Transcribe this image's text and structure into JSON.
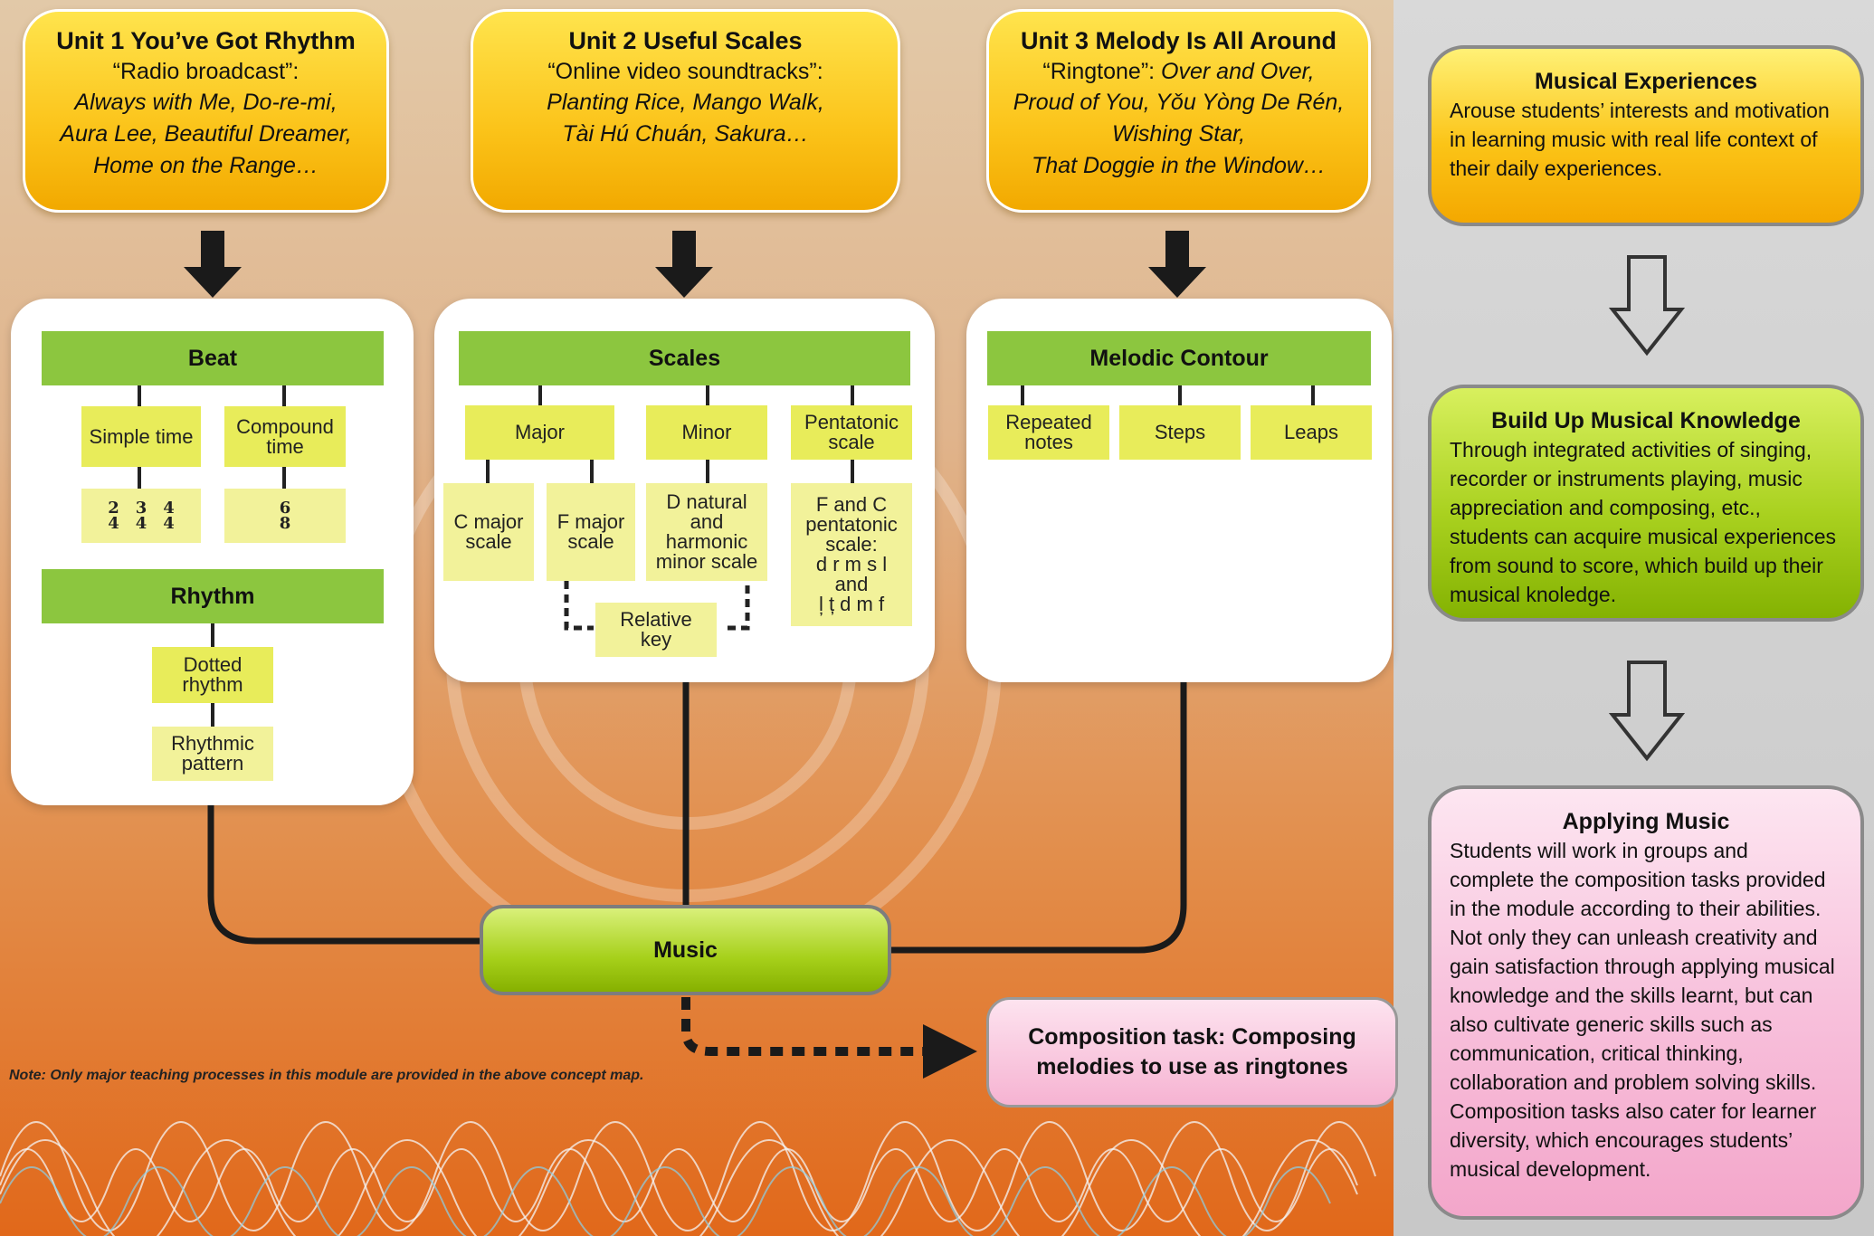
{
  "units": [
    {
      "title": "Unit 1  You’ve Got Rhythm",
      "activity": "“Radio broadcast”:",
      "songs": [
        "Always with Me, Do-re-mi,",
        "Aura Lee, Beautiful Dreamer,",
        "Home on the Range…"
      ]
    },
    {
      "title": "Unit 2  Useful Scales",
      "activity": "“Online video soundtracks”:",
      "songs": [
        "Planting Rice, Mango Walk,",
        "Tài Hú Chuán, Sakura…"
      ]
    },
    {
      "title": "Unit 3  Melody Is All Around",
      "activity_label": "“Ringtone”: ",
      "activity_song": "Over and Over,",
      "songs": [
        "Proud of You, Yǒu Yòng De Rén,",
        "Wishing Star,",
        "That Doggie in the Window…"
      ]
    }
  ],
  "beat_card": {
    "header": "Beat",
    "simple_time": "Simple time",
    "compound_time_1": "Compound",
    "compound_time_2": "time",
    "simple_sigs": [
      [
        "2",
        "4"
      ],
      [
        "3",
        "4"
      ],
      [
        "4",
        "4"
      ]
    ],
    "compound_sig": [
      "6",
      "8"
    ],
    "rhythm_header": "Rhythm",
    "dotted_1": "Dotted",
    "dotted_2": "rhythm",
    "pattern_1": "Rhythmic",
    "pattern_2": "pattern"
  },
  "scales_card": {
    "header": "Scales",
    "major": "Major",
    "minor": "Minor",
    "pent_1": "Pentatonic",
    "pent_2": "scale",
    "c_major_1": "C major",
    "c_major_2": "scale",
    "f_major_1": "F major",
    "f_major_2": "scale",
    "d_minor": [
      "D natural",
      "and",
      "harmonic",
      "minor scale"
    ],
    "fc_pent": [
      "F and C",
      "pentatonic",
      "scale:",
      "d r m s l",
      "and",
      "l̦ ț d m f"
    ],
    "relative_1": "Relative",
    "relative_2": "key"
  },
  "melodic_card": {
    "header": "Melodic Contour",
    "repeated_1": "Repeated",
    "repeated_2": "notes",
    "steps": "Steps",
    "leaps": "Leaps"
  },
  "music_label": "Music",
  "composition": {
    "line1": "Composition task: Composing",
    "line2": "melodies to use as ringtones"
  },
  "note": "Note: Only major teaching processes in this module are provided in the above concept map.",
  "side": {
    "experiences": {
      "title": "Musical Experiences",
      "lines": [
        "Arouse students’ interests and motivation",
        "in learning music with real life context of",
        "their daily experiences."
      ]
    },
    "knowledge": {
      "title": "Build Up Musical Knowledge",
      "lines": [
        "Through integrated activities of singing,",
        "recorder or instruments playing, music",
        "appreciation and composing, etc.,",
        "students can acquire musical experiences",
        "from sound to score, which build up their",
        "musical knoledge."
      ]
    },
    "applying": {
      "title": "Applying Music",
      "lines": [
        "Students will work in groups and",
        "complete the composition tasks provided",
        "in the module according to their abilities.",
        "Not only they can unleash creativity and",
        "gain satisfaction through applying musical",
        "knowledge and the skills learnt, but can",
        "also cultivate generic skills such as",
        "communication, critical thinking,",
        "collaboration and problem solving skills.",
        "Composition tasks also cater for learner",
        "diversity, which encourages students’",
        "musical development."
      ]
    }
  },
  "colors": {
    "unit_yellow": "#fbc319",
    "header_green": "#8cc63f",
    "node_lime": "#e8ec5a",
    "node_pale": "#f2f29a",
    "pink": "#f6b3d2",
    "background_orange": "#e1681a"
  }
}
